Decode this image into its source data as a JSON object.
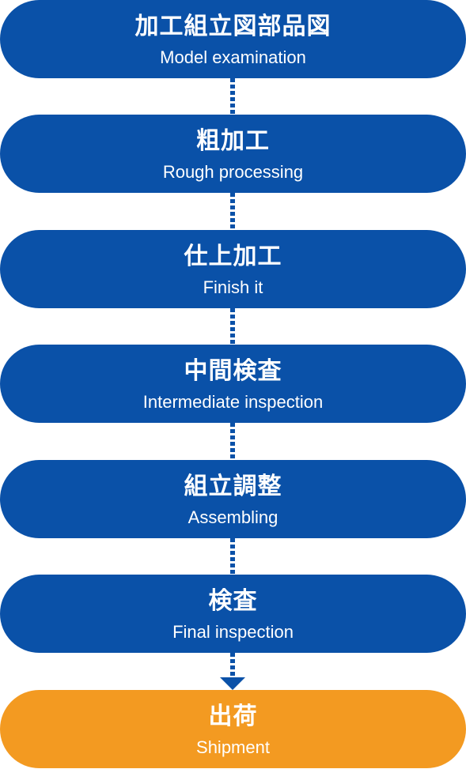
{
  "steps": [
    {
      "jp": "加工組立図部品図",
      "en": "Model examination"
    },
    {
      "jp": "粗加工",
      "en": "Rough processing"
    },
    {
      "jp": "仕上加工",
      "en": "Finish it"
    },
    {
      "jp": "中間検査",
      "en": "Intermediate inspection"
    },
    {
      "jp": "組立調整",
      "en": "Assembling"
    },
    {
      "jp": "検査",
      "en": "Final inspection"
    },
    {
      "jp": "出荷",
      "en": "Shipment"
    }
  ],
  "colors": {
    "step": "#0a51a8",
    "final_step": "#f39a21",
    "connector": "#0a51a8",
    "text": "#ffffff"
  }
}
